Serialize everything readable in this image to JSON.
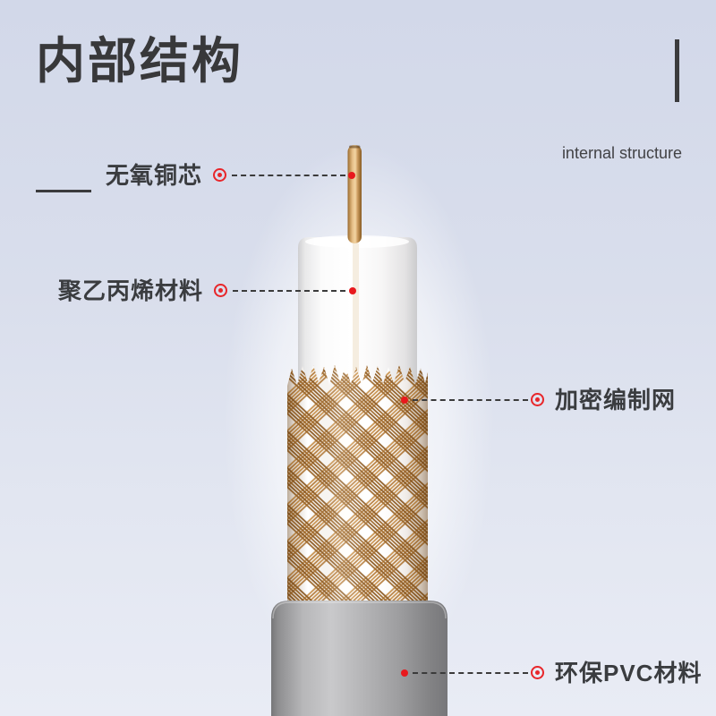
{
  "title": "内部结构",
  "subtitle": "internal structure",
  "parts": [
    {
      "id": "copper-core",
      "label": "无氧铜芯",
      "side": "left"
    },
    {
      "id": "insulation",
      "label": "聚乙丙烯材料",
      "side": "left"
    },
    {
      "id": "braided-shield",
      "label": "加密编制网",
      "side": "right"
    },
    {
      "id": "pvc-jacket",
      "label": "环保PVC材料",
      "side": "right"
    }
  ],
  "colors": {
    "accent_red": "#e8262a",
    "title_text": "#38383a",
    "label_text": "#3a3c3f",
    "leader_line": "#3b3b3b",
    "copper": "#cb9552",
    "insulator_white": "#ffffff",
    "jacket_gray": "#ababad",
    "background_top": "#d2d8e9",
    "background_bottom": "#e9ecf5"
  }
}
